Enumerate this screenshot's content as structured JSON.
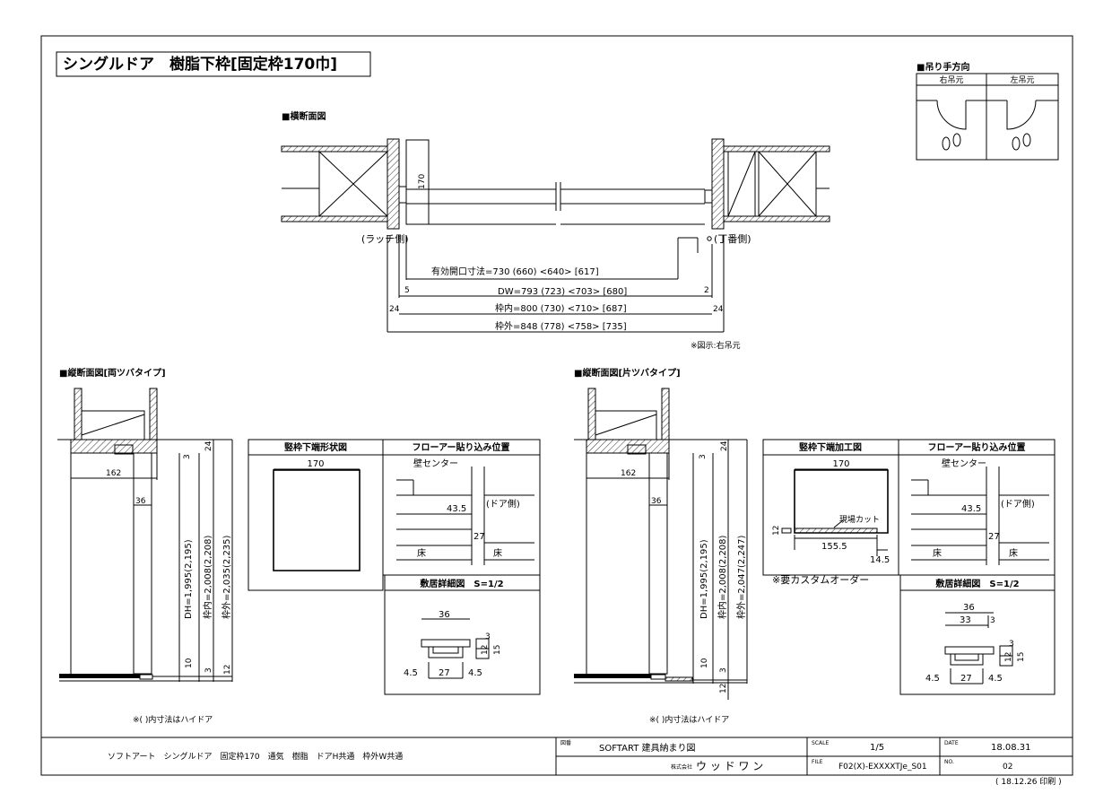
{
  "title": {
    "main": "シングルドア　樹脂下枠[固定枠170巾]"
  },
  "swing": {
    "heading": "■吊り手方向",
    "right_label": "右吊元",
    "left_label": "左吊元"
  },
  "plan": {
    "heading": "■横断面図",
    "latch_side": "(ラッチ側)",
    "hinge_side": "(丁番側)",
    "dim_170": "170",
    "dim_5": "5",
    "dim_2": "2",
    "dim_24_left": "24",
    "dim_24_right": "24",
    "effective_opening": "有効開口寸法=730 (660) <640> [617]",
    "dw": "DW=793 (723) <703> [680]",
    "frame_inner": "枠内=800 (730) <710> [687]",
    "frame_outer": "枠外=848 (778) <758> [735]",
    "note": "※図示:右吊元"
  },
  "section_double": {
    "heading": "■縦断面図[両ツバタイプ]",
    "dim_162": "162",
    "dim_36": "36",
    "dim_3": "3",
    "dim_24": "24",
    "dim_10": "10",
    "dim_3b": "3",
    "dim_12": "12",
    "dh": "DH=1,995(2,195)",
    "frame_inner": "枠内=2,008(2,208)",
    "frame_outer": "枠外=2,035(2,235)",
    "note": "※( )内寸法はハイドア"
  },
  "section_single": {
    "heading": "■縦断面図[片ツバタイプ]",
    "dim_162": "162",
    "dim_36": "36",
    "dim_3": "3",
    "dim_24": "24",
    "dim_10": "10",
    "dim_3b": "3",
    "dim_12": "12",
    "dh": "DH=1,995(2,195)",
    "frame_inner": "枠内=2,008(2,208)",
    "frame_outer": "枠外=2,047(2,247)",
    "note": "※( )内寸法はハイドア"
  },
  "table_left": {
    "shape_header": "竪枠下端形状図",
    "shape_dim": "170",
    "floor_header": "フローアー貼り込み位置",
    "wall_center": "壁センター",
    "door_side": "(ドア側)",
    "dim_435": "43.5",
    "dim_27": "27",
    "floor_a": "床",
    "floor_b": "床",
    "sill_header": "敷居詳細図　S=1/2",
    "sill_36": "36",
    "sill_3": "3",
    "sill_12": "12",
    "sill_15": "15",
    "sill_45a": "4.5",
    "sill_27": "27",
    "sill_45b": "4.5"
  },
  "table_right": {
    "proc_header": "竪枠下端加工図",
    "proc_dim": "170",
    "site_cut": "現場カット",
    "dim_12": "12",
    "dim_1555": "155.5",
    "dim_145": "14.5",
    "custom_note": "※要カスタムオーダー",
    "floor_header": "フローアー貼り込み位置",
    "wall_center": "壁センター",
    "door_side": "(ドア側)",
    "dim_435": "43.5",
    "dim_27": "27",
    "floor_a": "床",
    "floor_b": "床",
    "sill_header": "敷居詳細図　S=1/2",
    "sill_36": "36",
    "sill_33": "33",
    "sill_3a": "3",
    "sill_3b": "3",
    "sill_12": "12",
    "sill_15": "15",
    "sill_45a": "4.5",
    "sill_27": "27",
    "sill_45b": "4.5"
  },
  "title_block": {
    "description": "ソフトアート　シングルドア　固定枠170　通気　樹脂　ドアH共通　枠外W共通",
    "drawing_label": "図番",
    "drawing_name": "SOFTART 建具納まり図",
    "company_prefix": "株式会社",
    "company": "ウ ッ ド ワ ン",
    "scale_label": "SCALE",
    "scale": "1/5",
    "date_label": "DATE",
    "date": "18.08.31",
    "file_label": "FILE",
    "file": "F02(X)-EXXXXTJe_S01",
    "no_label": "NO.",
    "no": "02",
    "print_date": "( 18.12.26 印刷 )"
  }
}
